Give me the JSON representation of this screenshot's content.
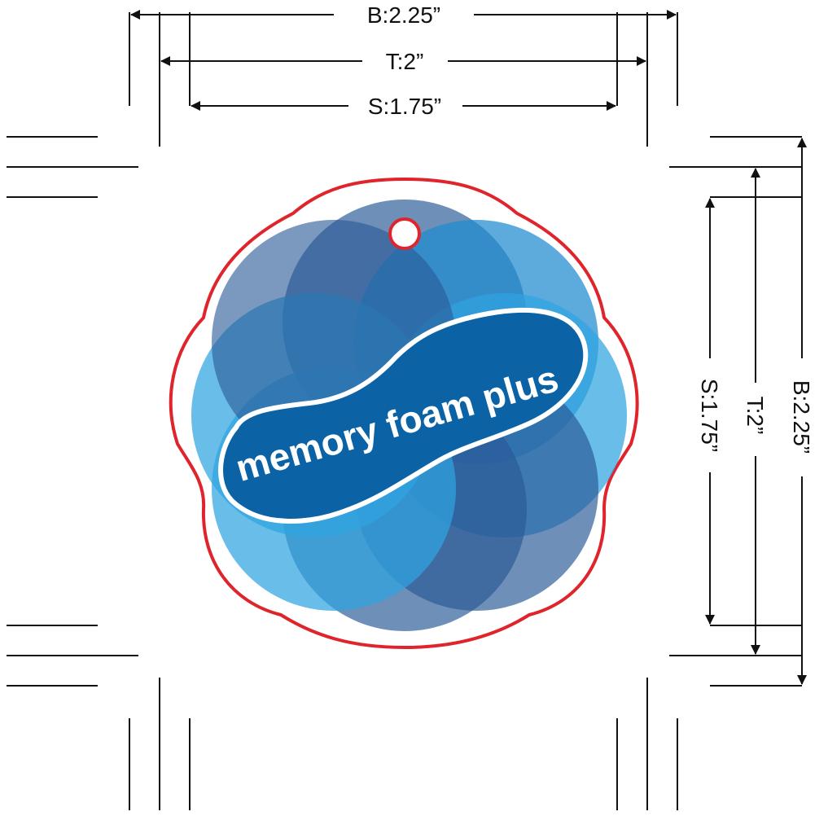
{
  "tag": {
    "brand_text": "memory foam plus",
    "colors": {
      "outline": "#e0242b",
      "circle_light": "#2fa3e0",
      "circle_dark": "#2a5a96",
      "blob_fill": "#0b63a6",
      "blob_outline": "#ffffff"
    }
  },
  "dimensions": {
    "horizontal": {
      "bleed_label": "B:2.25”",
      "trim_label": "T:2”",
      "safe_label": "S:1.75”"
    },
    "vertical": {
      "bleed_label": "B:2.25”",
      "trim_label": "T:2”",
      "safe_label": "S:1.75”"
    }
  }
}
